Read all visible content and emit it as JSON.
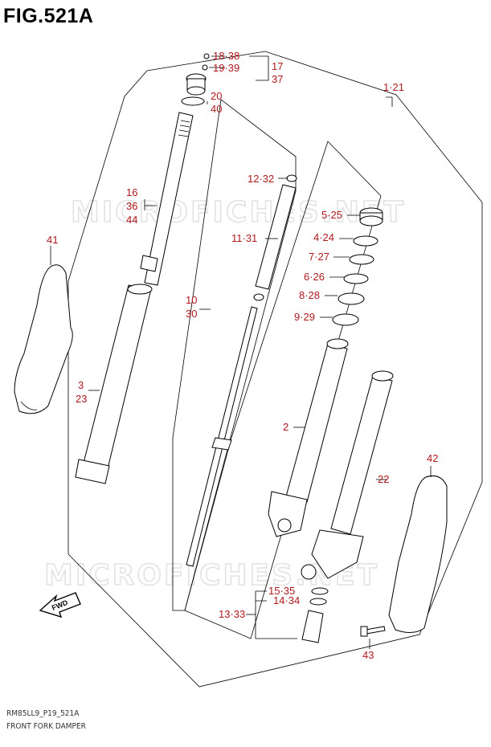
{
  "figure_title": "FIG.521A",
  "footer": {
    "code": "RM85LL9_P19_521A",
    "caption": "FRONT FORK DAMPER"
  },
  "watermark": "MICROFICHES.NET",
  "fwd_arrow_text": "FWD",
  "callouts": [
    {
      "id": "18-38",
      "text": "18·38"
    },
    {
      "id": "19-39",
      "text": "19·39"
    },
    {
      "id": "17",
      "text": "17"
    },
    {
      "id": "37",
      "text": "37"
    },
    {
      "id": "20",
      "text": "20"
    },
    {
      "id": "40",
      "text": "40"
    },
    {
      "id": "1-21",
      "text": "1·21"
    },
    {
      "id": "16",
      "text": "16"
    },
    {
      "id": "36",
      "text": "36"
    },
    {
      "id": "44",
      "text": "44"
    },
    {
      "id": "12-32",
      "text": "12·32"
    },
    {
      "id": "5-25",
      "text": "5·25"
    },
    {
      "id": "41",
      "text": "41"
    },
    {
      "id": "11-31",
      "text": "11·31"
    },
    {
      "id": "4-24",
      "text": "4·24"
    },
    {
      "id": "7-27",
      "text": "7·27"
    },
    {
      "id": "6-26",
      "text": "6·26"
    },
    {
      "id": "10",
      "text": "10"
    },
    {
      "id": "30",
      "text": "30"
    },
    {
      "id": "8-28",
      "text": "8·28"
    },
    {
      "id": "9-29",
      "text": "9·29"
    },
    {
      "id": "3",
      "text": "3"
    },
    {
      "id": "23",
      "text": "23"
    },
    {
      "id": "2",
      "text": "2"
    },
    {
      "id": "42",
      "text": "42"
    },
    {
      "id": "22",
      "text": "22"
    },
    {
      "id": "15-35",
      "text": "15·35"
    },
    {
      "id": "14-34",
      "text": "14·34"
    },
    {
      "id": "13-33",
      "text": "13·33"
    },
    {
      "id": "43",
      "text": "43"
    }
  ]
}
